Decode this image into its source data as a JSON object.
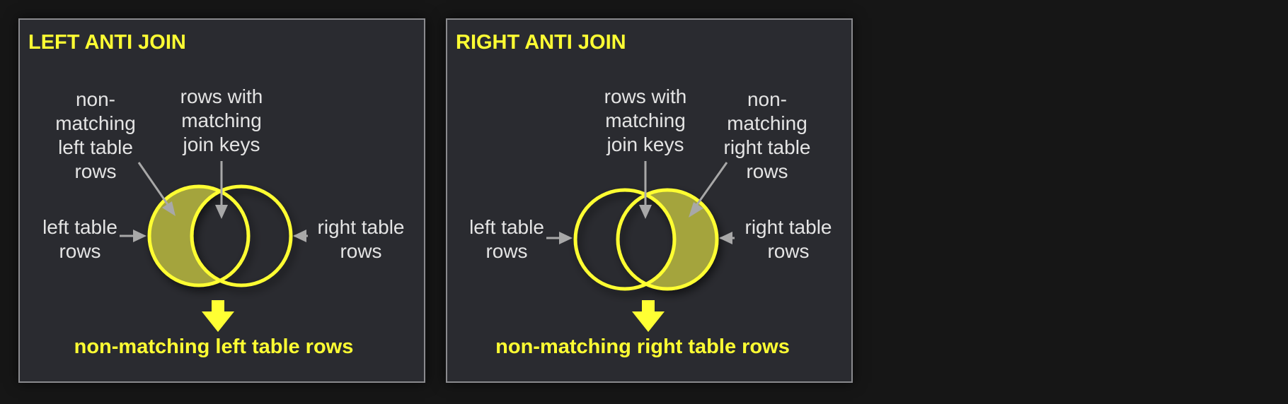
{
  "colors": {
    "background": "#161616",
    "panel": "#2a2b30",
    "panel_border": "#8a8a8e",
    "accent_yellow": "#ffff33",
    "fill_olive": "#a4a43c",
    "label_gray": "#e4e4e4",
    "arrow_gray": "#a8a8a8"
  },
  "left_panel": {
    "title": "LEFT ANTI JOIN",
    "label_nonmatching": [
      "non-",
      "matching",
      "left table",
      "rows"
    ],
    "label_matching": [
      "rows with",
      "matching",
      "join keys"
    ],
    "label_left_rows": [
      "left table",
      "rows"
    ],
    "label_right_rows": [
      "right table",
      "rows"
    ],
    "result": "non-matching left table rows"
  },
  "right_panel": {
    "title": "RIGHT ANTI JOIN",
    "label_matching": [
      "rows with",
      "matching",
      "join keys"
    ],
    "label_nonmatching": [
      "non-",
      "matching",
      "right table",
      "rows"
    ],
    "label_left_rows": [
      "left table",
      "rows"
    ],
    "label_right_rows": [
      "right table",
      "rows"
    ],
    "result": "non-matching right table rows"
  }
}
